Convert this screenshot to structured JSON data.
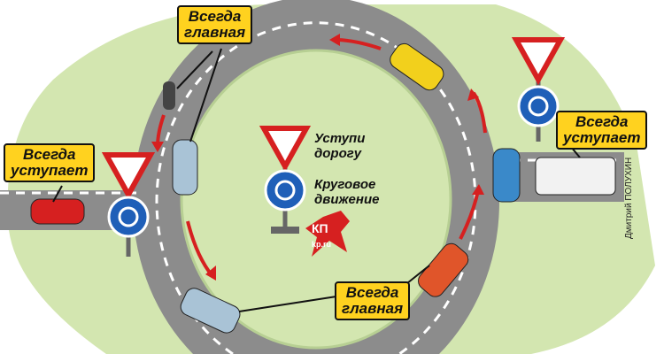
{
  "callouts": {
    "top_left": {
      "line1": "Всегда",
      "line2": "главная"
    },
    "left": {
      "line1": "Всегда",
      "line2": "уступает"
    },
    "right": {
      "line1": "Всегда",
      "line2": "уступает"
    },
    "bottom": {
      "line1": "Всегда",
      "line2": "главная"
    }
  },
  "legend": {
    "yield_sign": {
      "line1": "Уступи",
      "line2": "дорогу"
    },
    "roundabout_sign": {
      "line1": "Круговое",
      "line2": "движение"
    }
  },
  "credit": "Дмитрий ПОЛУХИН",
  "logo": {
    "text": "КП",
    "site": "kp.ru"
  },
  "colors": {
    "road": "#8c8c8c",
    "grass": "#d3e6b0",
    "callout": "#ffd21f",
    "arrow": "#d62020",
    "sign_blue": "#1f5fb8",
    "sign_red": "#d62020"
  }
}
